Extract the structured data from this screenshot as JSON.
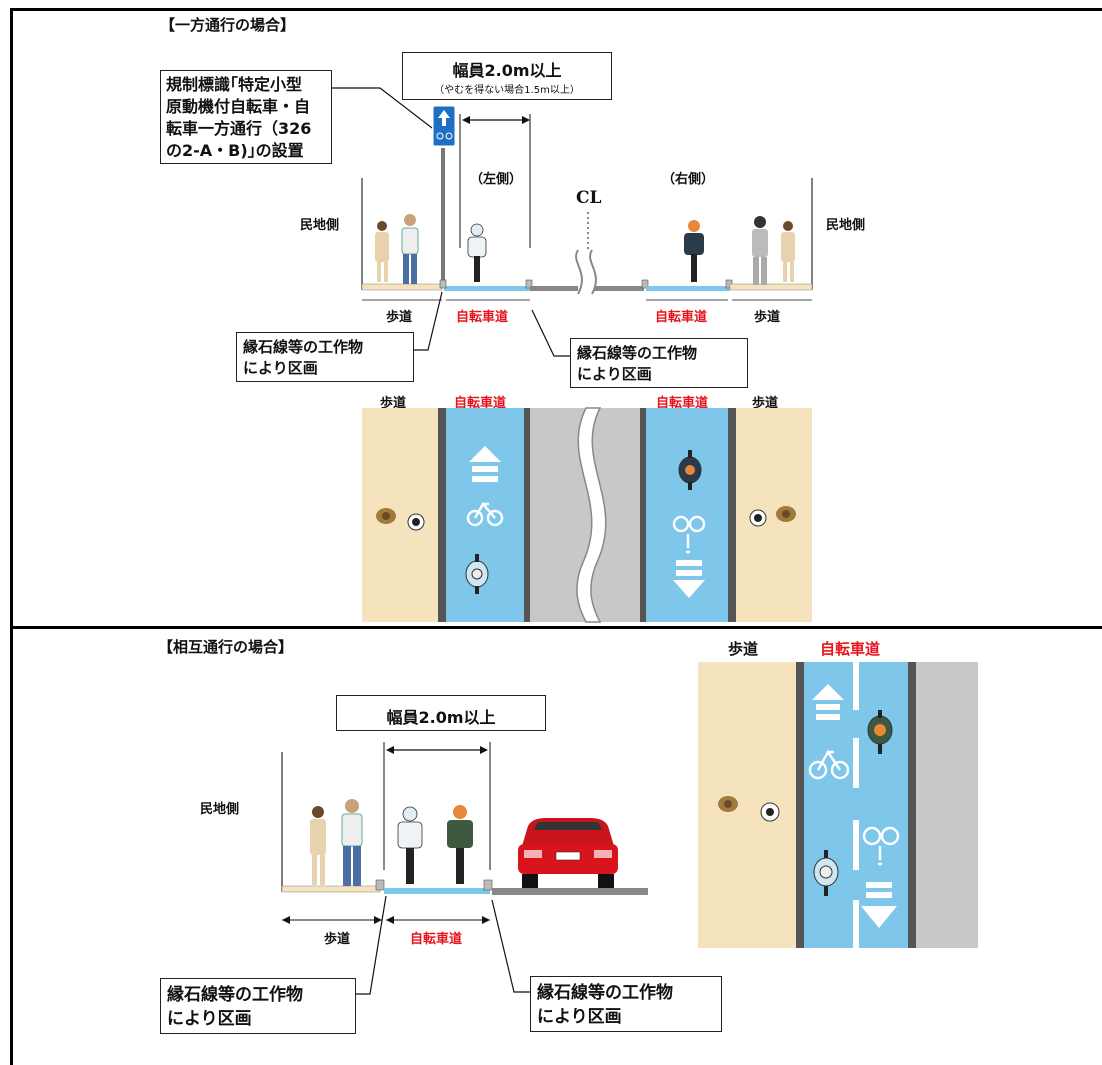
{
  "top": {
    "section_title": "【一方通行の場合】",
    "width_main": "幅員2.0m以上",
    "width_note": "（やむを得ない場合1.5m以上）",
    "sign_lines": [
      "規制標識｢特定小型",
      "原動機付自転車・自",
      "転車一方通行（326",
      "の2-A・B)｣の設置"
    ],
    "left_side": "（左側）",
    "right_side": "（右側）",
    "centerline": "CL",
    "private_left": "民地側",
    "private_right": "民地側",
    "sidewalk": "歩道",
    "bike_lane": "自転車道",
    "callout_lines": [
      "縁石線等の工作物",
      "により区画"
    ]
  },
  "bottom": {
    "section_title": "【相互通行の場合】",
    "width_main": "幅員2.0m以上",
    "private_side": "民地側",
    "sidewalk": "歩道",
    "bike_lane": "自転車道",
    "callout_lines": [
      "縁石線等の工作物",
      "により区画"
    ]
  },
  "colors": {
    "sidewalk": "#f4e3bd",
    "bike_lane": "#7fc7ea",
    "road": "#c7c8ca",
    "red_text": "#e8141d",
    "sign_blue": "#1f6fc4"
  }
}
